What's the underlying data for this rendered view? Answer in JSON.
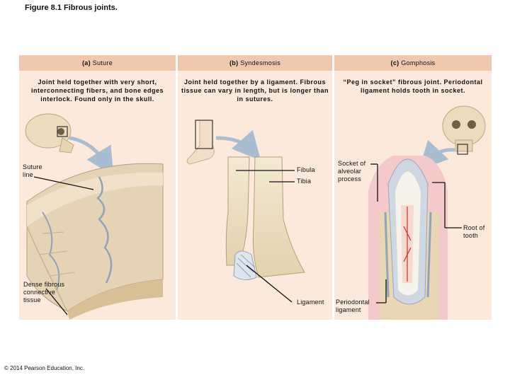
{
  "figure_title": "Figure 8.1 Fibrous joints.",
  "panels": [
    {
      "letter": "(a)",
      "name": "Suture",
      "description": "Joint held together with very short, interconnecting fibers, and bone edges interlock. Found only in the skull."
    },
    {
      "letter": "(b)",
      "name": "Syndesmosis",
      "description": "Joint held together by a ligament. Fibrous tissue can vary in length, but is longer than in sutures."
    },
    {
      "letter": "(c)",
      "name": "Gomphosis",
      "description": "“Peg in socket” fibrous joint. Periodontal ligament holds tooth in socket."
    }
  ],
  "labels": {
    "suture_line": "Suture line",
    "dense_fibrous": "Dense fibrous connective tissue",
    "fibula": "Fibula",
    "tibia": "Tibia",
    "ligament": "Ligament",
    "socket": "Socket of alveolar process",
    "root": "Root of tooth",
    "periodontal": "Periodontal ligament"
  },
  "copyright": "© 2014 Pearson Education, Inc."
}
